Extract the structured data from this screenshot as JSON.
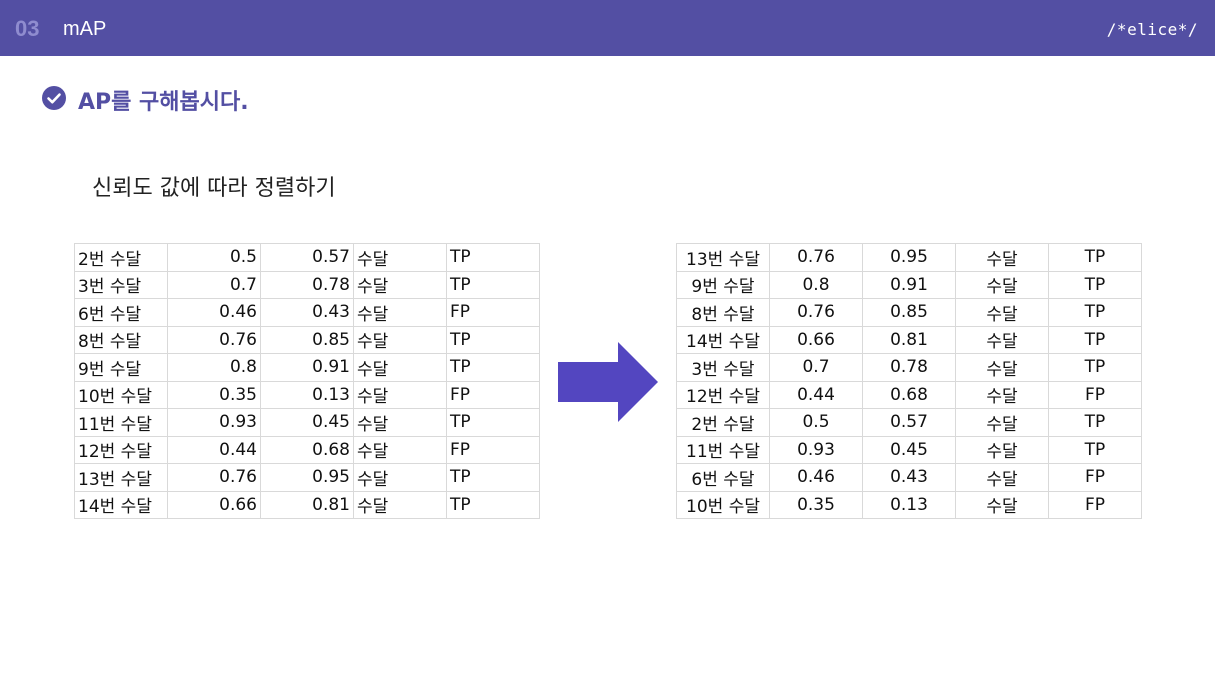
{
  "header": {
    "section_number": "03",
    "section_title": "mAP",
    "brand": "/*elice*/"
  },
  "heading": "AP를 구해봅시다.",
  "subtitle": "신뢰도 값에 따라 정렬하기",
  "colors": {
    "header_bg": "#534fa3",
    "accent": "#534fa3",
    "arrow": "#5346c0"
  },
  "table_left": {
    "rows": [
      [
        "2번 수달",
        "0.5",
        "0.57",
        "수달",
        "TP"
      ],
      [
        "3번 수달",
        "0.7",
        "0.78",
        "수달",
        "TP"
      ],
      [
        "6번 수달",
        "0.46",
        "0.43",
        "수달",
        "FP"
      ],
      [
        "8번 수달",
        "0.76",
        "0.85",
        "수달",
        "TP"
      ],
      [
        "9번 수달",
        "0.8",
        "0.91",
        "수달",
        "TP"
      ],
      [
        "10번 수달",
        "0.35",
        "0.13",
        "수달",
        "FP"
      ],
      [
        "11번 수달",
        "0.93",
        "0.45",
        "수달",
        "TP"
      ],
      [
        "12번 수달",
        "0.44",
        "0.68",
        "수달",
        "FP"
      ],
      [
        "13번 수달",
        "0.76",
        "0.95",
        "수달",
        "TP"
      ],
      [
        "14번 수달",
        "0.66",
        "0.81",
        "수달",
        "TP"
      ]
    ]
  },
  "table_right": {
    "rows": [
      [
        "13번 수달",
        "0.76",
        "0.95",
        "수달",
        "TP"
      ],
      [
        "9번 수달",
        "0.8",
        "0.91",
        "수달",
        "TP"
      ],
      [
        "8번 수달",
        "0.76",
        "0.85",
        "수달",
        "TP"
      ],
      [
        "14번 수달",
        "0.66",
        "0.81",
        "수달",
        "TP"
      ],
      [
        "3번 수달",
        "0.7",
        "0.78",
        "수달",
        "TP"
      ],
      [
        "12번 수달",
        "0.44",
        "0.68",
        "수달",
        "FP"
      ],
      [
        "2번 수달",
        "0.5",
        "0.57",
        "수달",
        "TP"
      ],
      [
        "11번 수달",
        "0.93",
        "0.45",
        "수달",
        "TP"
      ],
      [
        "6번 수달",
        "0.46",
        "0.43",
        "수달",
        "FP"
      ],
      [
        "10번 수달",
        "0.35",
        "0.13",
        "수달",
        "FP"
      ]
    ]
  }
}
